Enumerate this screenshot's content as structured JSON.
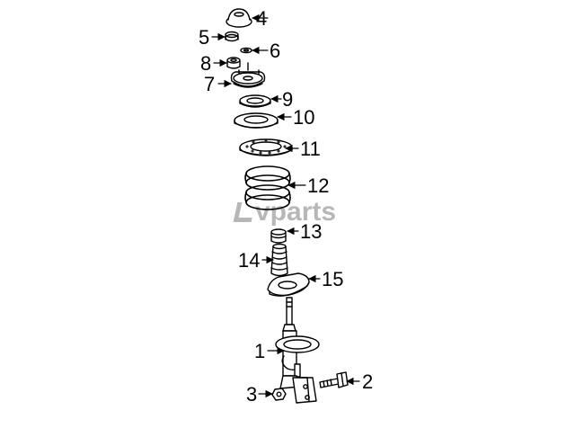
{
  "diagram": {
    "parts": [
      {
        "id": "p1",
        "label": "1"
      },
      {
        "id": "p2",
        "label": "2"
      },
      {
        "id": "p3",
        "label": "3"
      },
      {
        "id": "p4",
        "label": "4"
      },
      {
        "id": "p5",
        "label": "5"
      },
      {
        "id": "p6",
        "label": "6"
      },
      {
        "id": "p7",
        "label": "7"
      },
      {
        "id": "p8",
        "label": "8"
      },
      {
        "id": "p9",
        "label": "9"
      },
      {
        "id": "p10",
        "label": "10"
      },
      {
        "id": "p11",
        "label": "11"
      },
      {
        "id": "p12",
        "label": "12"
      },
      {
        "id": "p13",
        "label": "13"
      },
      {
        "id": "p14",
        "label": "14"
      },
      {
        "id": "p15",
        "label": "15"
      }
    ]
  },
  "watermark": {
    "text": "vparts"
  }
}
